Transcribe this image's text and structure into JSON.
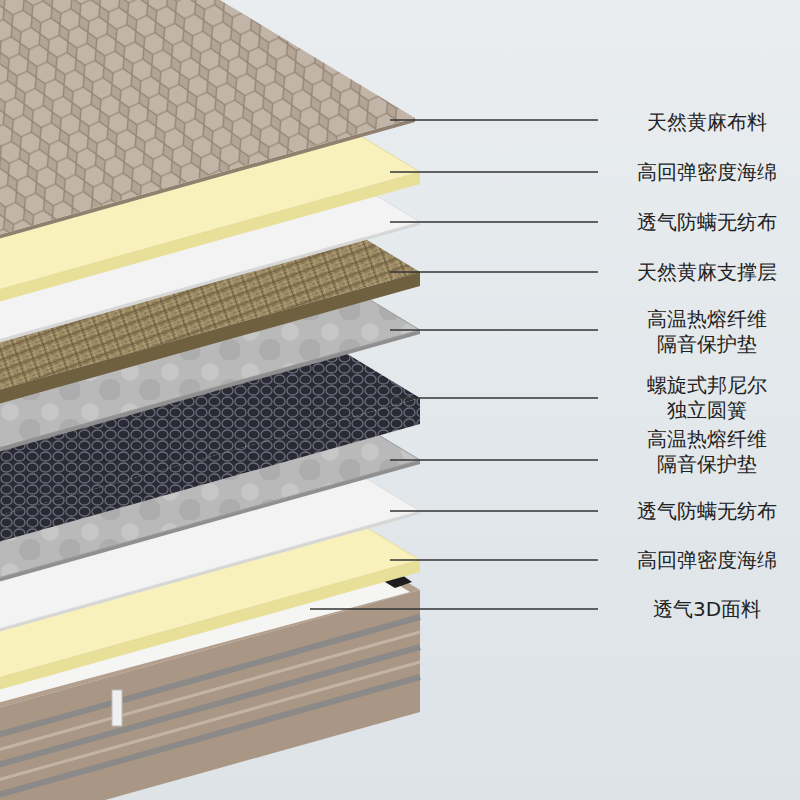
{
  "diagram": {
    "labels": [
      "天然黄麻布料",
      "高回弹密度海绵",
      "透气防螨无纺布",
      "天然黄麻支撑层",
      "高温热熔纤维 隔音保护垫",
      "螺旋式邦尼尔 独立圆簧",
      "高温热熔纤维 隔音保护垫",
      "透气防螨无纺布",
      "高回弹密度海绵",
      "透气3D面料"
    ]
  }
}
